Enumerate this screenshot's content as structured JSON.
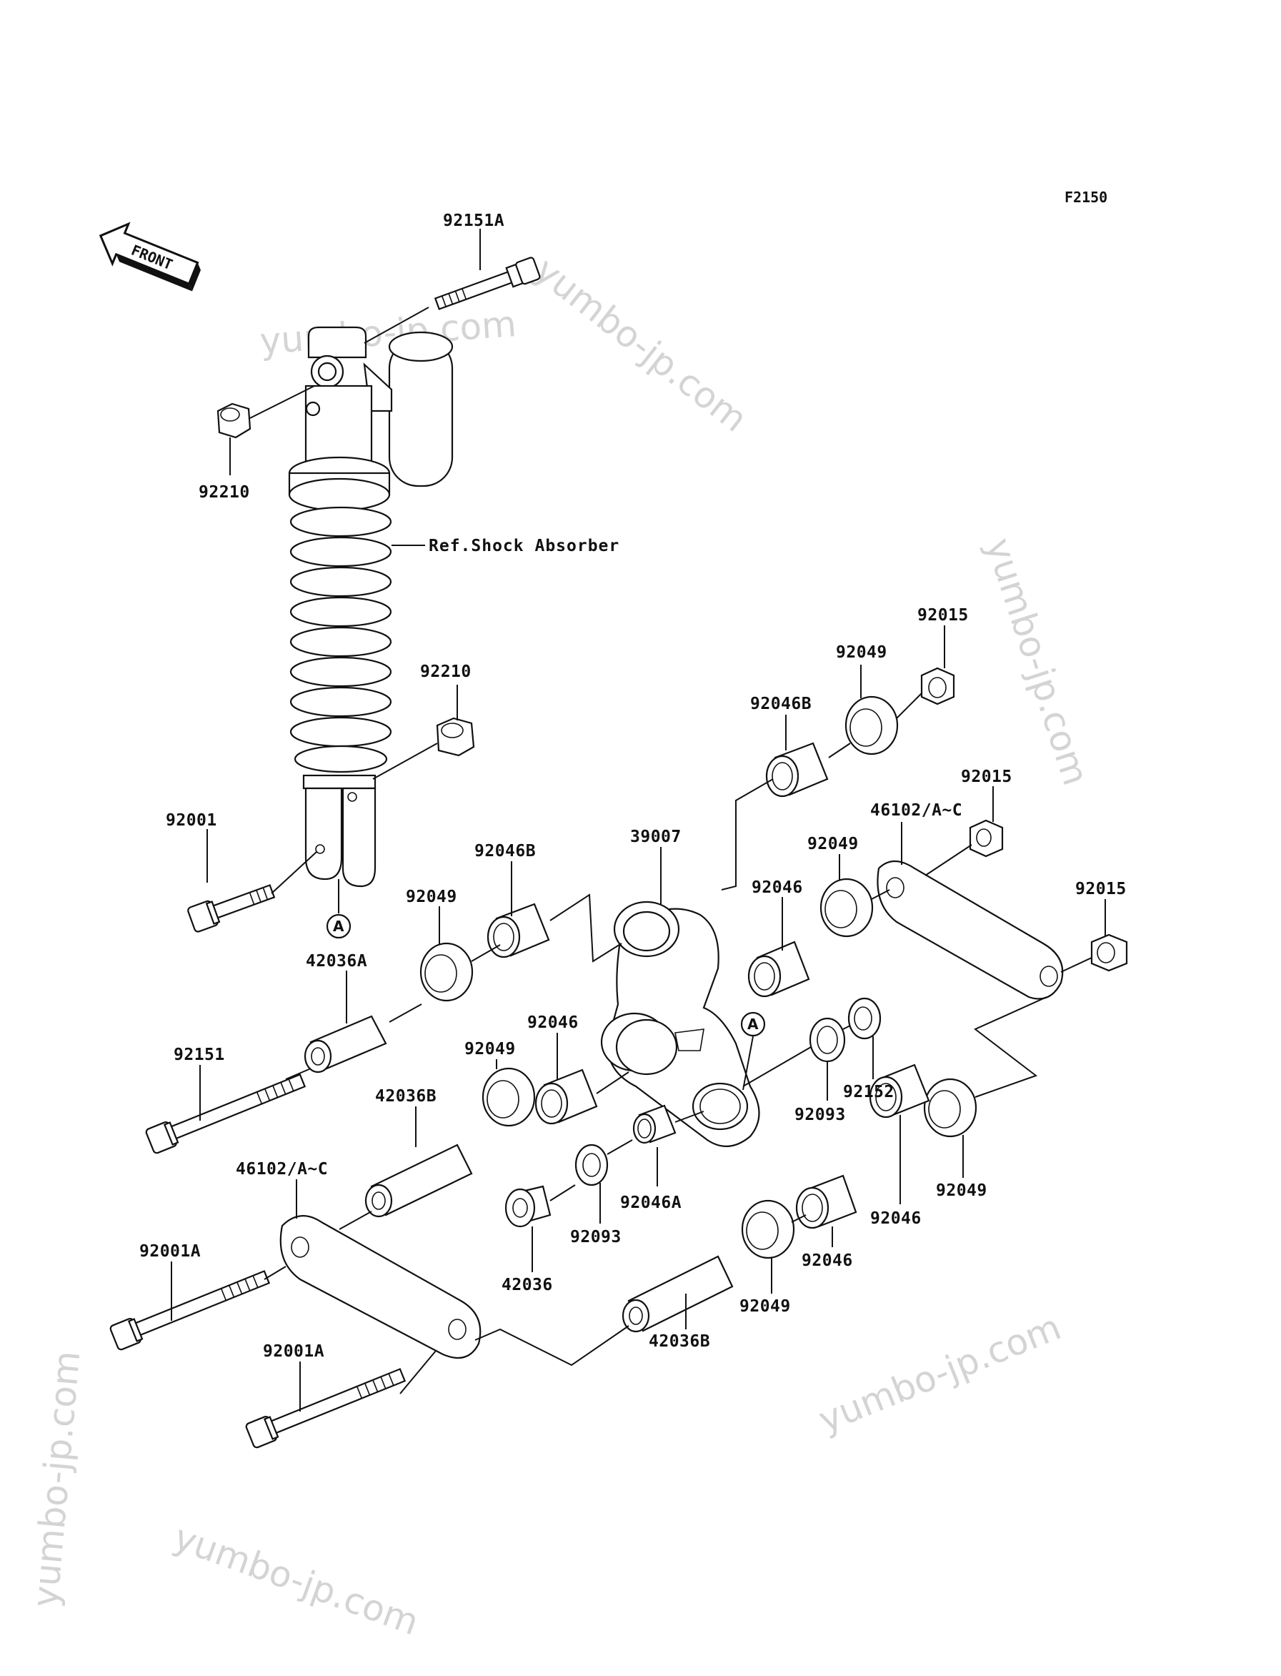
{
  "figure_code": "F2150",
  "front_label": "FRONT",
  "ref_label": "Ref.Shock Absorber",
  "marker": "A",
  "watermark": "yumbo-jp.com",
  "parts": {
    "p_92151A": "92151A",
    "p_92210_top": "92210",
    "p_92210_mid": "92210",
    "p_92001": "92001",
    "p_92015_a": "92015",
    "p_92049_a": "92049",
    "p_92046B_a": "92046B",
    "p_92015_b": "92015",
    "p_46102_a": "46102/A~C",
    "p_92015_c": "92015",
    "p_39007": "39007",
    "p_92046B_b": "92046B",
    "p_92049_b": "92049",
    "p_92046_a": "92046",
    "p_92049_c": "92049",
    "p_42036A": "42036A",
    "p_92046_b": "92046",
    "p_92049_d": "92049",
    "p_92151": "92151",
    "p_92152": "92152",
    "p_92093_a": "92093",
    "p_42036B_a": "42036B",
    "p_46102_b": "46102/A~C",
    "p_92046A": "92046A",
    "p_92093_b": "92093",
    "p_92049_e": "92049",
    "p_92046_c": "92046",
    "p_92001A_a": "92001A",
    "p_42036": "42036",
    "p_92046_d": "92046",
    "p_92049_f": "92049",
    "p_42036B_b": "42036B",
    "p_92001A_b": "92001A"
  }
}
